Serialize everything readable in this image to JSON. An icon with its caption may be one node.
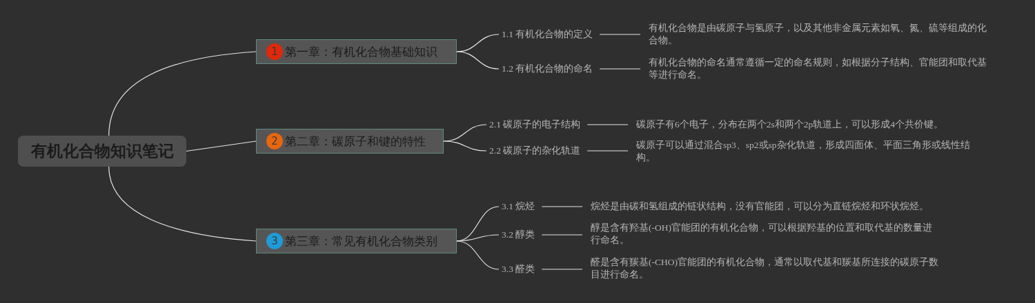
{
  "diagram": {
    "nodes": [
      {
        "text": [
          "有机化合物知识笔记"
        ]
      },
      {
        "text": [
          "1",
          "第一章：有机化合物基础知识"
        ]
      },
      {
        "text": [
          "1.1 有机化合物的定义"
        ]
      },
      {
        "text": [
          "有机化合物是由碳原子与氢原子，以及其他非金属元素如氧、氮、硫等组成的化合物。"
        ]
      },
      {
        "text": [
          "1.2 有机化合物的命名"
        ]
      },
      {
        "text": [
          "有机化合物的命名通常遵循一定的命名规则，如根据分子结构、官能团和取代基等进行命名。"
        ]
      },
      {
        "text": [
          "2",
          "第二章：碳原子和键的特性"
        ]
      },
      {
        "text": [
          "2.1 碳原子的电子结构"
        ]
      },
      {
        "text": [
          "碳原子有6个电子，分布在两个2s和两个2p轨道上，可以形成4个共价键。"
        ]
      },
      {
        "text": [
          "2.2 碳原子的杂化轨道"
        ]
      },
      {
        "text": [
          "碳原子可以通过混合sp3、sp2或sp杂化轨道，形成四面体、平面三角形或线性结构。"
        ]
      },
      {
        "text": [
          "3",
          "第三章：常见有机化合物类别"
        ]
      },
      {
        "text": [
          "3.1 烷烃"
        ]
      },
      {
        "text": [
          "烷烃是由碳和氢组成的链状结构，没有官能团，可以分为直链烷烃和环状烷烃。"
        ]
      },
      {
        "text": [
          "3.2 醇类"
        ]
      },
      {
        "text": [
          "醇是含有羟基(-OH)官能团的有机化合物，可以根据羟基的位置和取代基的数量进行命名。"
        ]
      },
      {
        "text": [
          "3.3 醛类"
        ]
      },
      {
        "text": [
          "醛是含有羰基(-CHO)官能团的有机化合物，通常以取代基和羰基所连接的碳原子数目进行命名。"
        ]
      }
    ],
    "edges": [
      {
        "from": 0,
        "to": 1,
        "arrow": "none"
      },
      {
        "from": 0,
        "to": 6,
        "arrow": "none"
      },
      {
        "from": 0,
        "to": 11,
        "arrow": "none"
      },
      {
        "from": 1,
        "to": 2,
        "arrow": "none"
      },
      {
        "from": 1,
        "to": 4,
        "arrow": "none"
      },
      {
        "from": 2,
        "to": 3,
        "arrow": "none"
      },
      {
        "from": 4,
        "to": 5,
        "arrow": "none"
      },
      {
        "from": 6,
        "to": 7,
        "arrow": "none"
      },
      {
        "from": 6,
        "to": 9,
        "arrow": "none"
      },
      {
        "from": 7,
        "to": 8,
        "arrow": "none"
      },
      {
        "from": 9,
        "to": 10,
        "arrow": "none"
      },
      {
        "from": 11,
        "to": 12,
        "arrow": "none"
      },
      {
        "from": 11,
        "to": 14,
        "arrow": "none"
      },
      {
        "from": 11,
        "to": 16,
        "arrow": "none"
      },
      {
        "from": 12,
        "to": 13,
        "arrow": "none"
      },
      {
        "from": 14,
        "to": 15,
        "arrow": "none"
      },
      {
        "from": 16,
        "to": 17,
        "arrow": "none"
      }
    ]
  }
}
